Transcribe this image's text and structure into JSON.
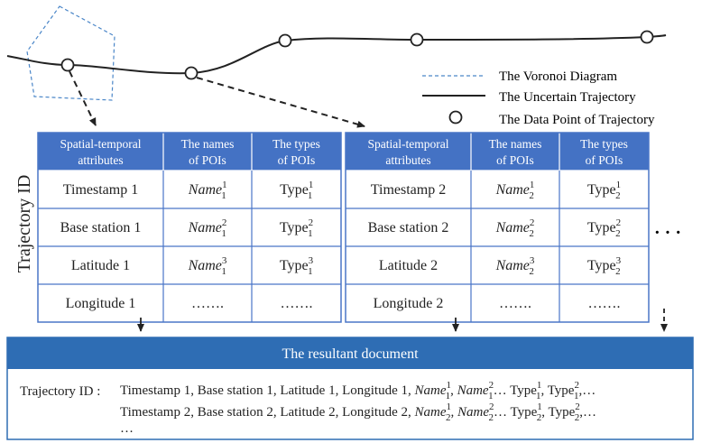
{
  "legend": {
    "voronoi": "The Voronoi Diagram",
    "trajectory": "The Uncertain Trajectory",
    "data_point": "The Data Point of Trajectory"
  },
  "side_label": "Trajectory ID",
  "ellipsis_big": "· · ·",
  "tables": [
    {
      "headers": [
        [
          "Spatial-temporal",
          "attributes"
        ],
        [
          "The names",
          "of POIs"
        ],
        [
          "The types",
          "of POIs"
        ]
      ],
      "rows": [
        [
          {
            "t": "Timestamp 1"
          },
          {
            "n": "Name",
            "sup": "1",
            "sub": "1"
          },
          {
            "ty": "Type",
            "sup": "1",
            "sub": "1"
          }
        ],
        [
          {
            "t": "Base station 1"
          },
          {
            "n": "Name",
            "sup": "2",
            "sub": "1"
          },
          {
            "ty": "Type",
            "sup": "2",
            "sub": "1"
          }
        ],
        [
          {
            "t": "Latitude 1"
          },
          {
            "n": "Name",
            "sup": "3",
            "sub": "1"
          },
          {
            "ty": "Type",
            "sup": "3",
            "sub": "1"
          }
        ],
        [
          {
            "t": "Longitude 1"
          },
          {
            "t": "……."
          },
          {
            "t": "……."
          }
        ]
      ]
    },
    {
      "headers": [
        [
          "Spatial-temporal",
          "attributes"
        ],
        [
          "The names",
          "of POIs"
        ],
        [
          "The types",
          "of POIs"
        ]
      ],
      "rows": [
        [
          {
            "t": "Timestamp 2"
          },
          {
            "n": "Name",
            "sup": "1",
            "sub": "2"
          },
          {
            "ty": "Type",
            "sup": "1",
            "sub": "2"
          }
        ],
        [
          {
            "t": "Base station 2"
          },
          {
            "n": "Name",
            "sup": "2",
            "sub": "2"
          },
          {
            "ty": "Type",
            "sup": "2",
            "sub": "2"
          }
        ],
        [
          {
            "t": "Latitude 2"
          },
          {
            "n": "Name",
            "sup": "3",
            "sub": "2"
          },
          {
            "ty": "Type",
            "sup": "3",
            "sub": "2"
          }
        ],
        [
          {
            "t": "Longitude 2"
          },
          {
            "t": "……."
          },
          {
            "t": "……."
          }
        ]
      ]
    }
  ],
  "document": {
    "title": "The resultant document",
    "id_label": "Trajectory ID :",
    "line1": {
      "prefix": "Timestamp 1, Base station 1, Latitude 1, Longitude 1, ",
      "n1": {
        "base": "Name",
        "sup": "1",
        "sub": "1"
      },
      "n2": {
        "base": "Name",
        "sup": "2",
        "sub": "1"
      },
      "mid": "… ",
      "t1": {
        "base": "Type",
        "sup": "1",
        "sub": "1"
      },
      "t2": {
        "base": "Type",
        "sup": "2",
        "sub": "1"
      },
      "tail": ",…"
    },
    "line2": {
      "prefix": "Timestamp 2, Base station 2, Latitude 2, Longitude 2, ",
      "n1": {
        "base": "Name",
        "sup": "1",
        "sub": "2"
      },
      "n2": {
        "base": "Name",
        "sup": "2",
        "sub": "2"
      },
      "mid": "… ",
      "t1": {
        "base": "Type",
        "sup": "1",
        "sub": "2"
      },
      "t2": {
        "base": "Type",
        "sup": "2",
        "sub": "2"
      },
      "tail": ",…"
    },
    "line3": "…"
  },
  "colors": {
    "header_blue": "#4472c4",
    "border_blue": "#4a76c7",
    "doc_title_blue": "#2e6db4",
    "voronoi": "#4a86c8",
    "line": "#222222"
  }
}
